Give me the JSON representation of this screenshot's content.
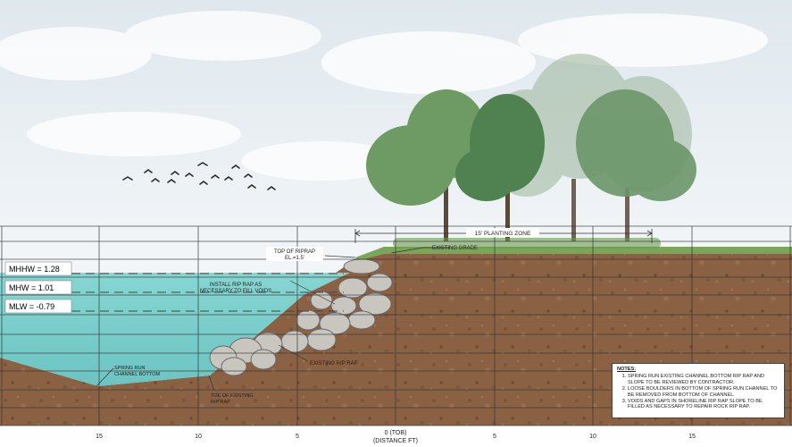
{
  "water_levels": [
    {
      "label": "MHHW = 1.28"
    },
    {
      "label": "MHW = 1.01"
    },
    {
      "label": "MLW = -0.79"
    }
  ],
  "callouts": {
    "planting_zone": "15' PLANTING ZONE",
    "existing_grade": "EXISTING GRADE",
    "top_riprap_line1": "TOP OF RIPRAP",
    "top_riprap_line2": "EL.=1.5'",
    "install_line1": "INSTALL RIP RAP AS",
    "install_line2": "NECESSARY TO FILL VOIDS",
    "spring_line1": "SPRING RUN",
    "spring_line2": "CHANNEL BOTTOM",
    "existing_riprap": "EXISTING RIP RAP",
    "toe_line1": "TOE OF EXISTING",
    "toe_line2": "RIP RAP"
  },
  "notes": {
    "title": "NOTES:",
    "items": [
      "SPRING RUN EXISTING CHANNEL BOTTOM RIP RAP AND SLOPE TO BE REVIEWED BY CONTRACTOR.",
      "LOOSE BOULDERS IN BOTTOM OF SPRING RUN CHANNEL TO BE REMOVED FROM BOTTOM OF CHANNEL.",
      "VOIDS AND GAPS IN SHORELINE RIP RAP SLOPE TO BE FILLED AS NECESSARY TO REPAIR ROCK RIP RAP."
    ]
  },
  "axis": {
    "ticks": [
      "15",
      "10",
      "5",
      "0 (TOB)",
      "5",
      "10",
      "15"
    ],
    "label": "(DISTANCE FT)"
  },
  "colors": {
    "water": "#7fd3cf",
    "soil": "#8a5f3f",
    "grass": "#7aa65a",
    "sky": "#e8eef2"
  }
}
